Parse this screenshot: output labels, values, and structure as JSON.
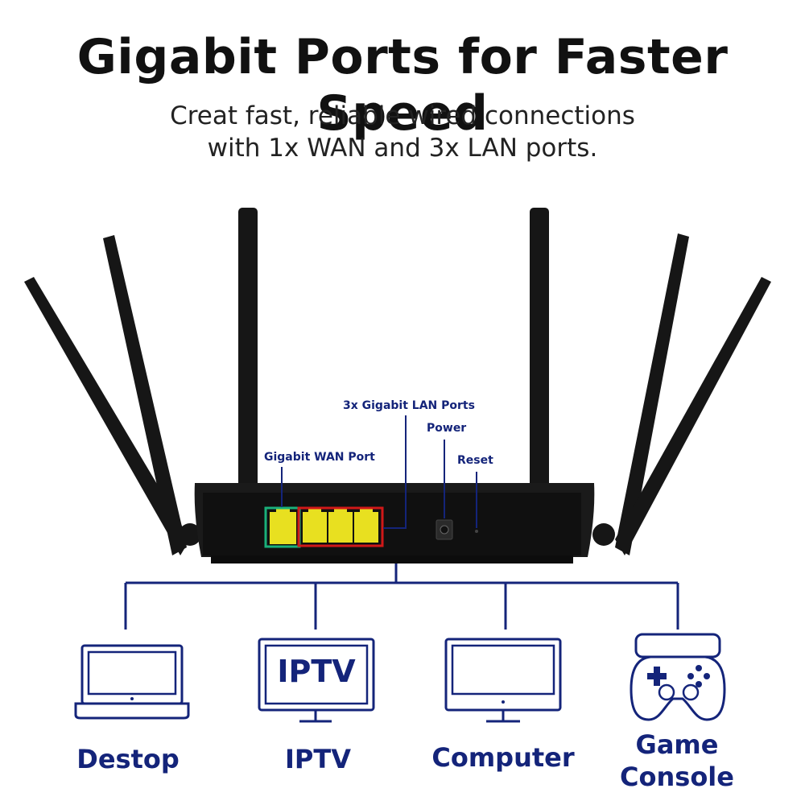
{
  "header": {
    "title": "Gigabit Ports for Faster Speed",
    "subtitle_line1": "Creat fast, reliable wired connections",
    "subtitle_line2": "with 1x WAN and 3x LAN ports."
  },
  "ports": {
    "lan_label": "3x Gigabit LAN Ports",
    "power_label": "Power",
    "wan_label": "Gigabit WAN Port",
    "reset_label": "Reset"
  },
  "devices": [
    {
      "label": "Destop",
      "icon": "laptop-icon"
    },
    {
      "label": "IPTV",
      "icon": "tv-icon",
      "screen_text": "IPTV"
    },
    {
      "label": "Computer",
      "icon": "monitor-icon"
    },
    {
      "label": "Game",
      "label2": "Console",
      "icon": "gamepad-icon"
    }
  ],
  "colors": {
    "navy": "#14247a",
    "router_black": "#161616",
    "port_yellow": "#e8e020",
    "wan_highlight": "#1ab07a",
    "lan_highlight": "#d01818"
  }
}
